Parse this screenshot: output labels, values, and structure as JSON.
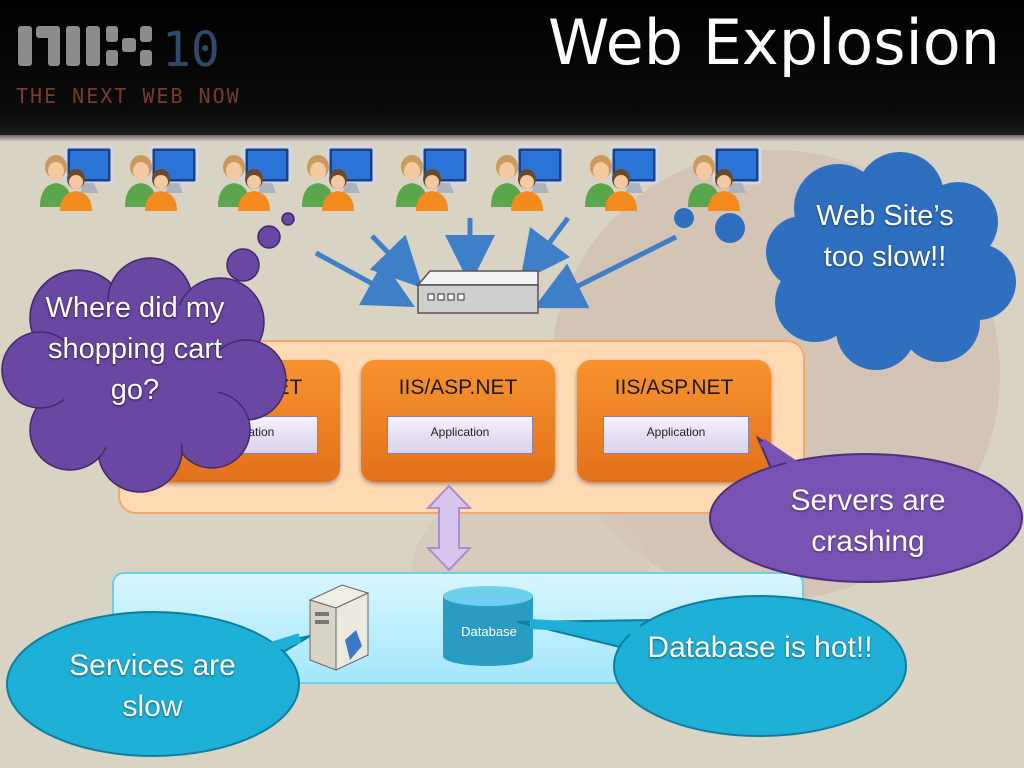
{
  "header": {
    "title": "Web Explosion",
    "logo_text": "MIX10",
    "logo_tagline": "THE NEXT WEB NOW"
  },
  "servers": [
    {
      "label": "IIS/ASP.NET",
      "app_label": "Application"
    },
    {
      "label": "IIS/ASP.NET",
      "app_label": "Application"
    },
    {
      "label": "IIS/ASP.NET",
      "app_label": "Application"
    }
  ],
  "load_balancer": {
    "icon": "network-switch-icon"
  },
  "database": {
    "label": "Database"
  },
  "callouts": {
    "web_too_slow": "Web Site’s too slow!!",
    "shopping_cart": "Where did my shopping cart go?",
    "servers_crashing": "Servers are crashing",
    "services_slow": "Services are slow",
    "database_hot": "Database is hot!!"
  },
  "colors": {
    "header_bg": "#000000",
    "slide_bg": "#d9d3c3",
    "server_orange": "#f7932e",
    "server_tier_bg": "#ffd8b4",
    "data_tier_bg": "#bff0fd",
    "arrow_blue": "#3f7fc7",
    "cloud_blue": "#2f6fc0",
    "bubble_purple": "#6a47a3",
    "bubble_cyan": "#1fb0d8"
  },
  "users": [
    {
      "icon": "user-at-computer-icon"
    },
    {
      "icon": "user-at-computer-icon"
    },
    {
      "icon": "user-at-computer-icon"
    },
    {
      "icon": "user-at-computer-icon"
    },
    {
      "icon": "user-at-computer-icon"
    },
    {
      "icon": "user-at-computer-icon"
    },
    {
      "icon": "user-at-computer-icon"
    },
    {
      "icon": "user-at-computer-icon"
    }
  ]
}
